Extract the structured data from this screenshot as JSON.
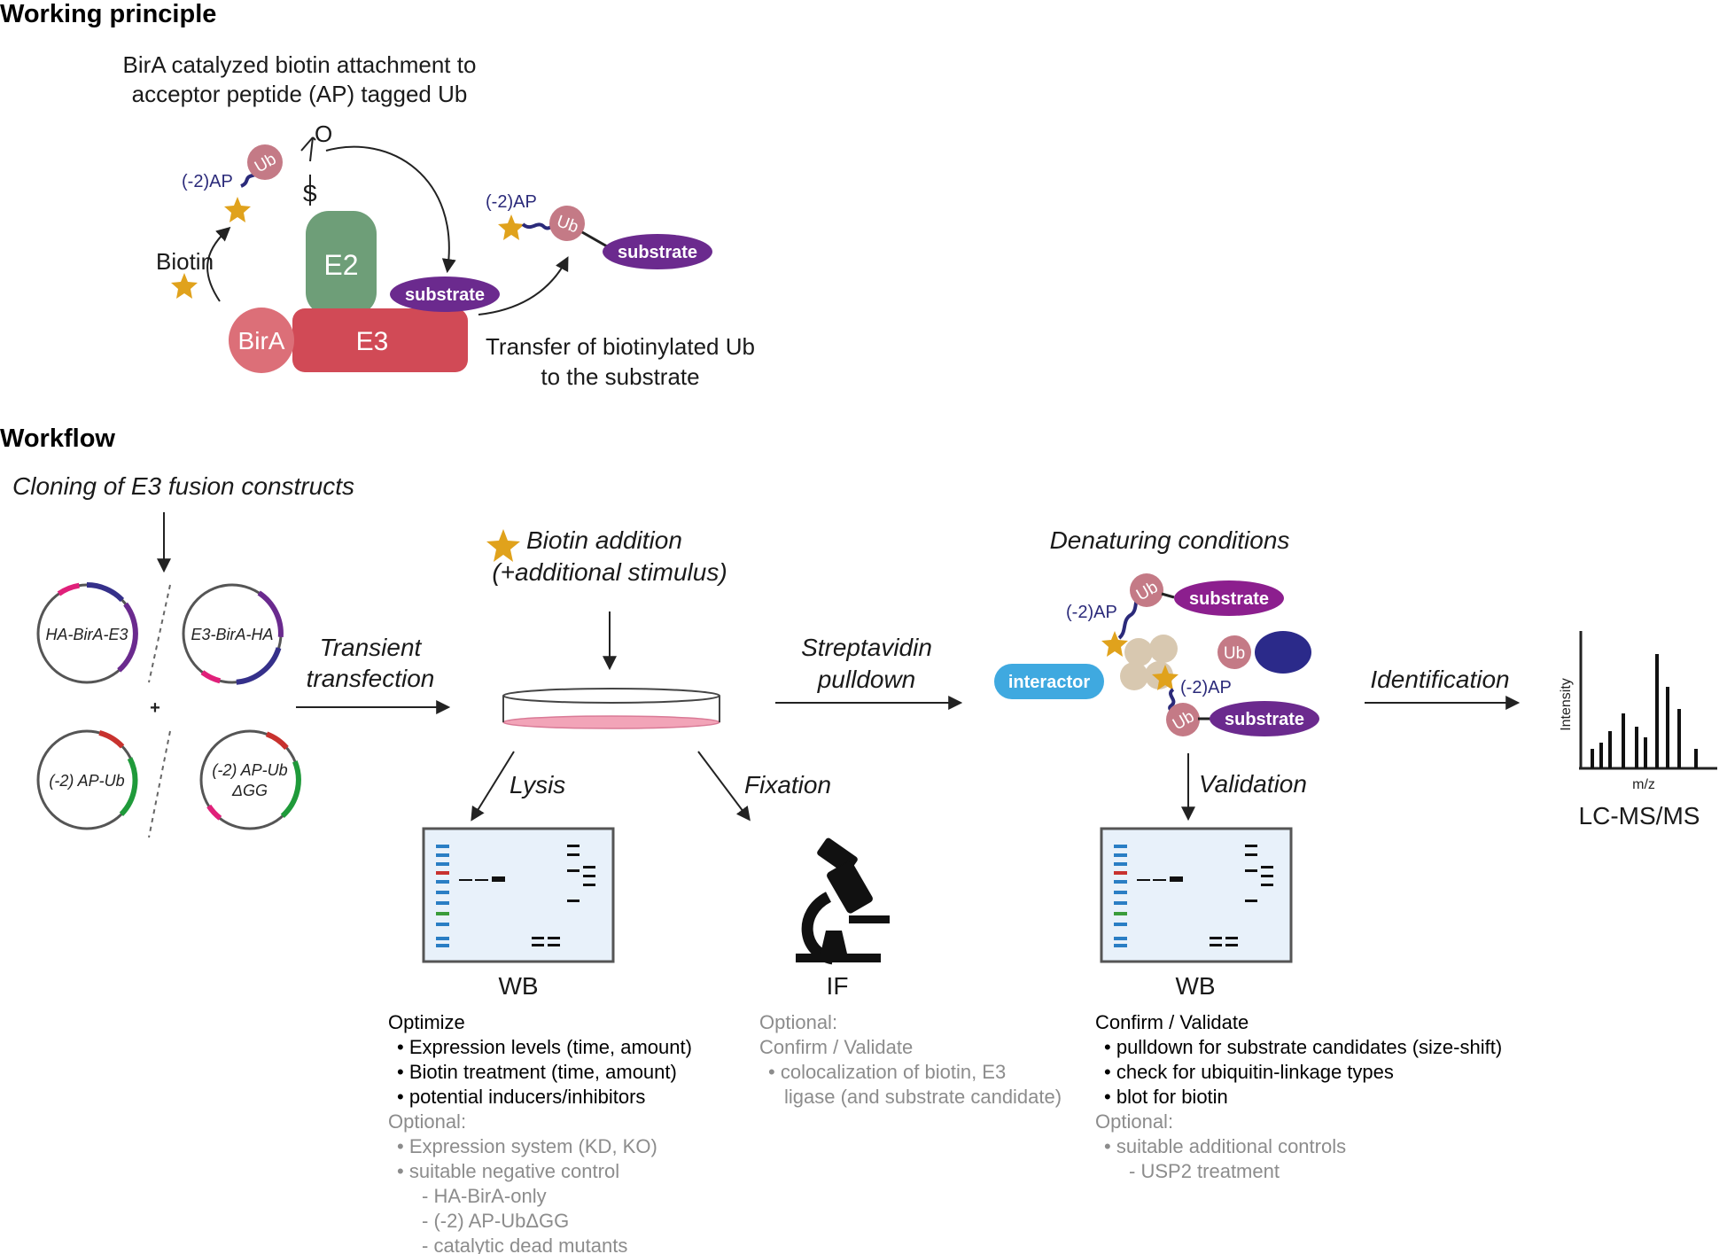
{
  "sections": {
    "principle": "Working principle",
    "workflow": "Workflow"
  },
  "principle": {
    "caption_line1": "BirA catalyzed biotin attachment to",
    "caption_line2": "acceptor peptide (AP) tagged Ub",
    "ap_label": "(-2)AP",
    "ub_label": "Ub",
    "o_label": "O",
    "s_label": "S",
    "biotin_label": "Biotin",
    "e2_label": "E2",
    "e3_label": "E3",
    "bira_label": "BirA",
    "substrate_label": "substrate",
    "product_ap": "(-2)AP",
    "product_ub": "Ub",
    "product_substrate": "substrate",
    "transfer_line1": "Transfer of biotinylated Ub",
    "transfer_line2": "to the substrate"
  },
  "workflow": {
    "cloning": "Cloning of E3 fusion constructs",
    "plasmids": {
      "p1": "HA-BirA-E3",
      "p2": "E3-BirA-HA",
      "p3": "(-2) AP-Ub",
      "p4_line1": "(-2) AP-Ub",
      "p4_line2": "ΔGG",
      "plus": "+"
    },
    "transfection_line1": "Transient",
    "transfection_line2": "transfection",
    "biotin_line1": "Biotin addition",
    "biotin_line2": "(+additional stimulus)",
    "streptavidin_line1": "Streptavidin",
    "streptavidin_line2": "pulldown",
    "denaturing": "Denaturing conditions",
    "complex": {
      "ap1": "(-2)AP",
      "ub1": "Ub",
      "substrate1": "substrate",
      "ub2": "Ub",
      "interactor": "interactor",
      "ap2": "(-2)AP",
      "ub3": "Ub",
      "substrate2": "substrate"
    },
    "identification": "Identification",
    "ms": {
      "ylabel": "Intensity",
      "xlabel": "m/z",
      "title": "LC-MS/MS"
    },
    "lysis": "Lysis",
    "fixation": "Fixation",
    "validation": "Validation",
    "wb_label": "WB",
    "if_label": "IF",
    "wb2_label": "WB"
  },
  "notes": {
    "left": {
      "heading": "Optimize",
      "items": [
        "Expression levels (time, amount)",
        "Biotin treatment (time, amount)",
        "potential inducers/inhibitors"
      ],
      "optional_heading": "Optional:",
      "optional_items": [
        "Expression system (KD, KO)",
        "suitable negative control"
      ],
      "sub_items": [
        "HA-BirA-only",
        "(-2) AP-UbΔGG",
        "catalytic dead mutants"
      ]
    },
    "middle": {
      "optional_heading": "Optional:",
      "heading": "Confirm / Validate",
      "item_line1": "colocalization of biotin, E3",
      "item_line2": "ligase (and substrate candidate)"
    },
    "right": {
      "heading": "Confirm / Validate",
      "items": [
        "pulldown for substrate candidates (size-shift)",
        "check for ubiquitin-linkage types",
        "blot for biotin"
      ],
      "optional_heading": "Optional:",
      "optional_items": [
        "suitable additional controls"
      ],
      "sub_items": [
        "USP2 treatment"
      ]
    }
  },
  "colors": {
    "bira": "#dc6f78",
    "e3": "#d14a56",
    "e2": "#6e9e78",
    "ub": "#c47a86",
    "substrate": "#6b2a8e",
    "substrate_bright": "#8c1f8e",
    "star": "#e0a21c",
    "ap_linker": "#2b2a7a",
    "interactor": "#3fa9e0",
    "bead": "#d8c8b0",
    "navy": "#2b2a8a",
    "dish_media": "#f2a4b8",
    "gel_bg": "#e8f1fa",
    "ladder_blue": "#2a7ec4",
    "ladder_red": "#c8322e",
    "ladder_green": "#3a9c3a",
    "plasmid_pink": "#e0207a",
    "plasmid_navy": "#35308a",
    "plasmid_purple": "#6a2a8e",
    "plasmid_red": "#c8322e",
    "plasmid_green": "#1f9a3a"
  }
}
